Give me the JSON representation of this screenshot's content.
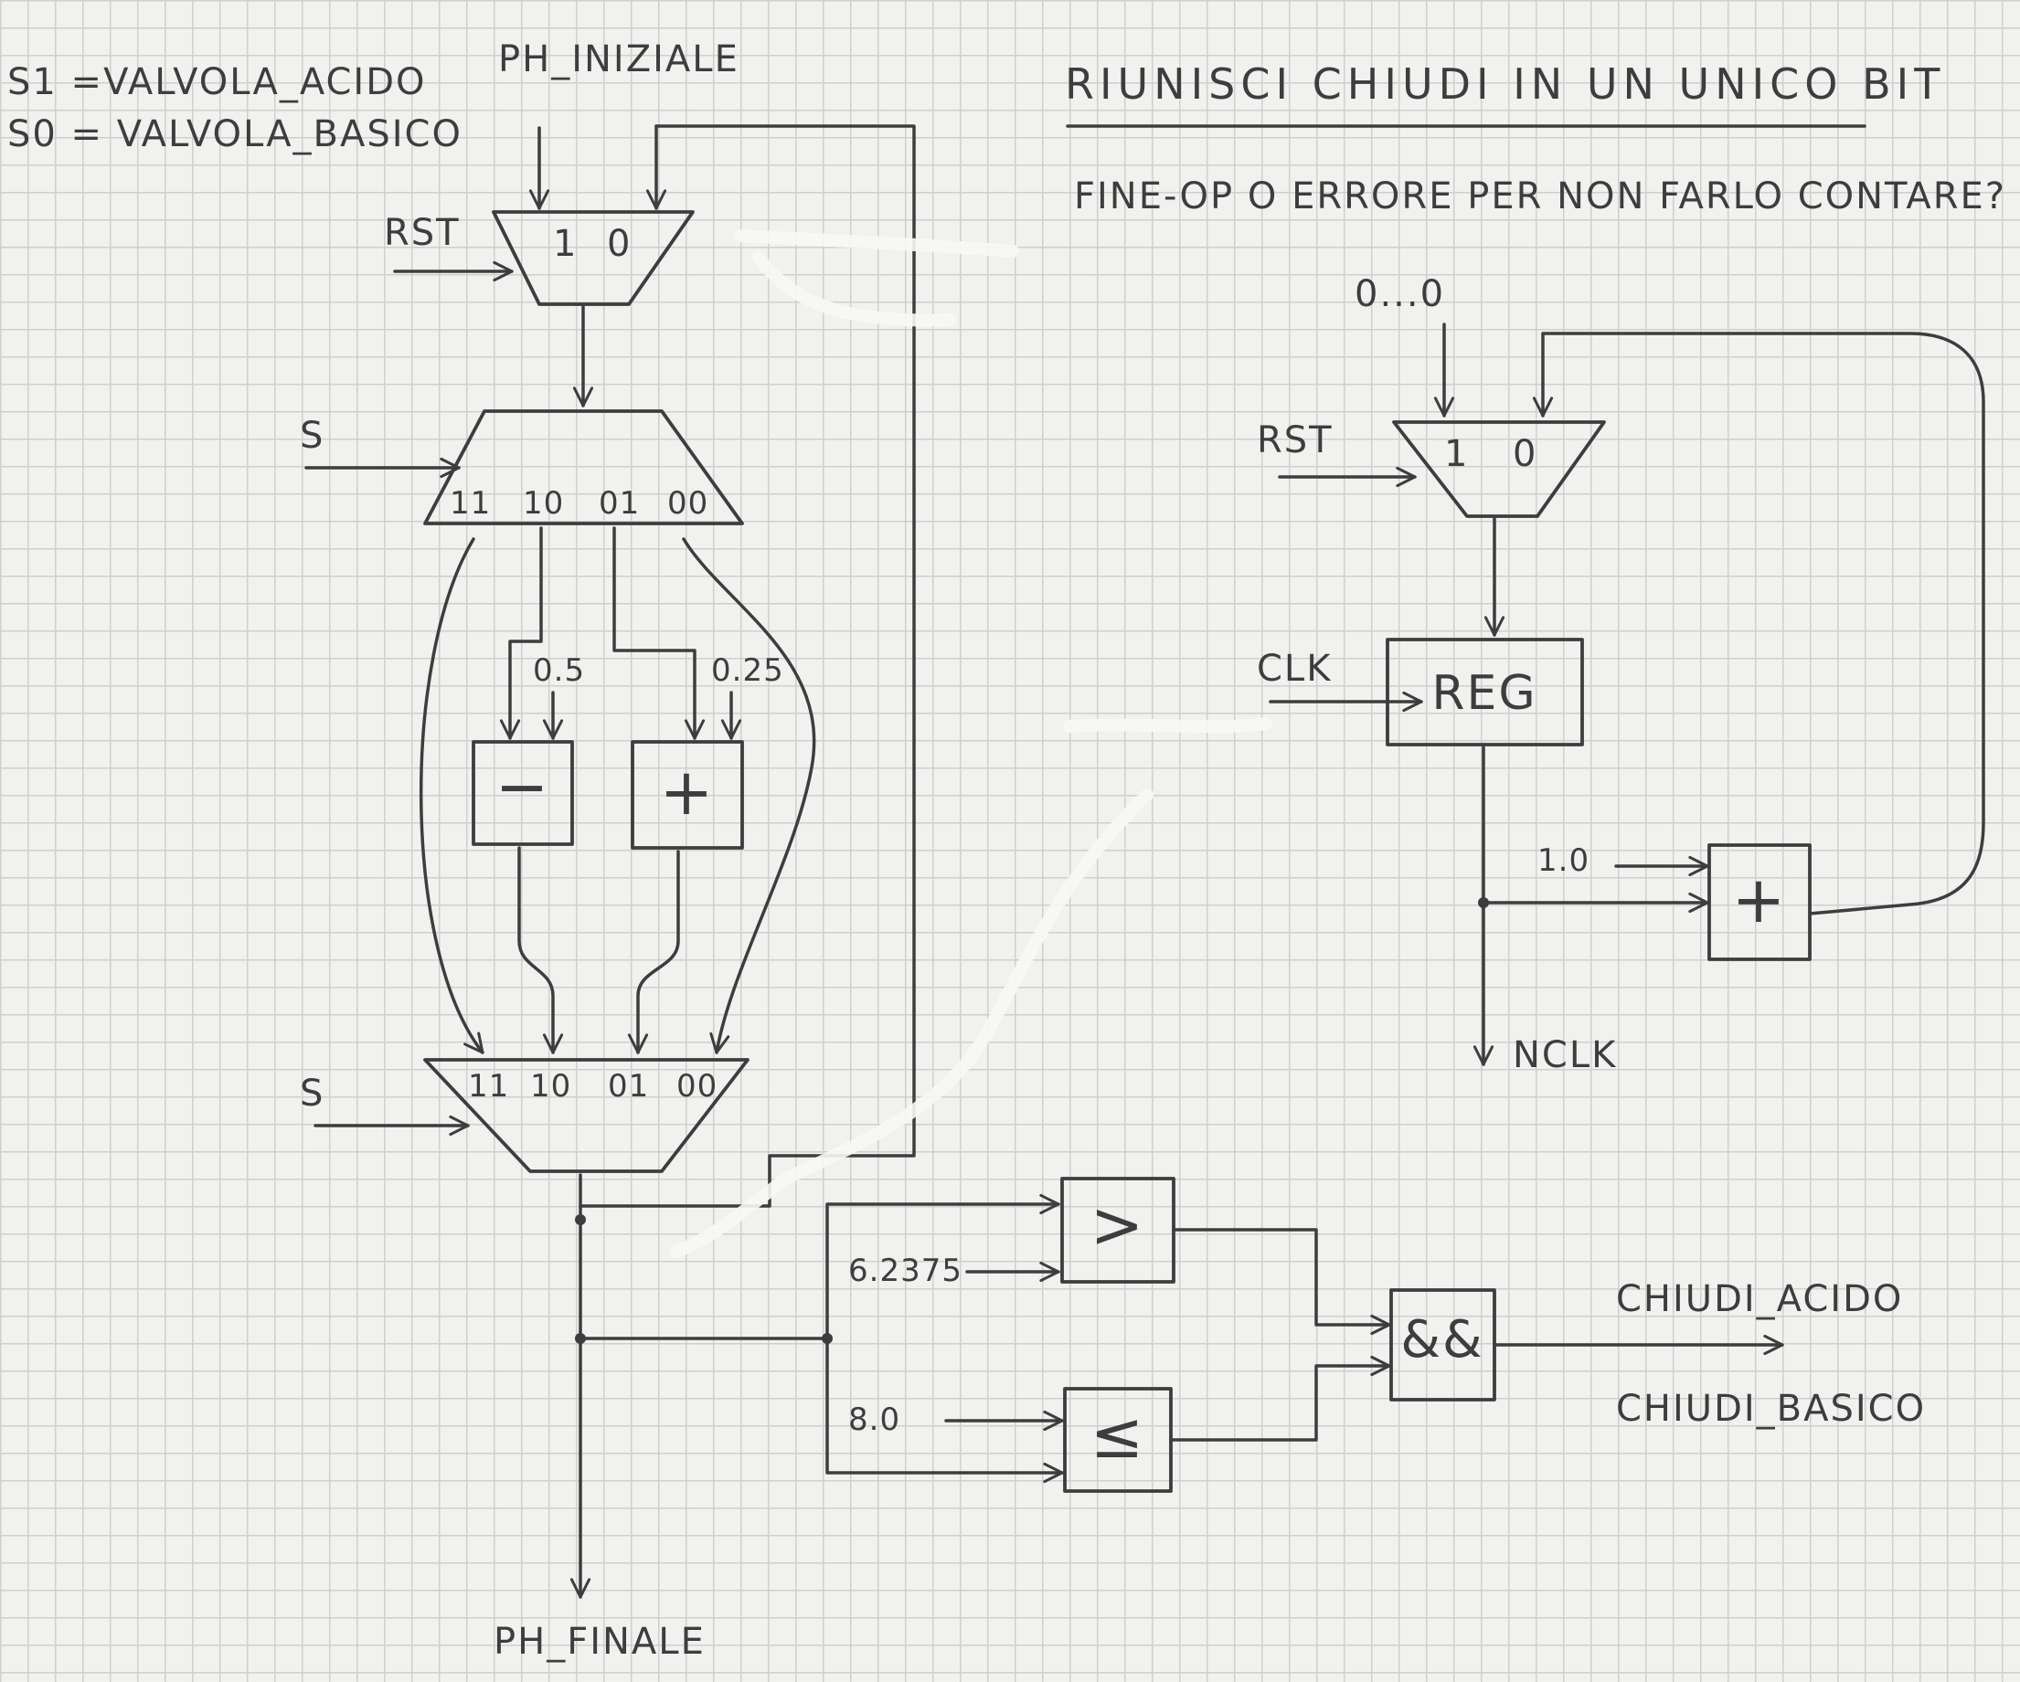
{
  "legend": {
    "line1": "S1 =VALVOLA_ACIDO",
    "line2": "S0 = VALVOLA_BASICO"
  },
  "header": {
    "title": "RIUNISCI CHIUDI IN UN UNICO BIT",
    "note": "FINE-OP O ERRORE PER NON FARLO CONTARE?"
  },
  "left": {
    "input_label": "PH_INIZIALE",
    "rst_label": "RST",
    "mux_in_1": "1",
    "mux_in_0": "0",
    "sel_label_top": "S",
    "sel_label_bottom": "S",
    "dmux_outputs": [
      "11",
      "10",
      "01",
      "00"
    ],
    "mux_inputs": [
      "11",
      "10",
      "01",
      "00"
    ],
    "sub_const": "0.5",
    "add_const": "0.25",
    "sub_symbol": "−",
    "add_symbol": "+",
    "output_label": "PH_FINALE"
  },
  "compare": {
    "const_gt": "6.2375",
    "const_le": "8.0",
    "gt_symbol": ">",
    "le_symbol": "≤",
    "and_symbol": "&&",
    "out_label1": "CHIUDI_ACIDO",
    "out_label2": "CHIUDI_BASICO"
  },
  "counter": {
    "init_label": "0...0",
    "rst_label": "RST",
    "mux_in_1": "1",
    "mux_in_0": "0",
    "clk_label": "CLK",
    "reg_label": "REG",
    "inc_const": "1.0",
    "add_symbol": "+",
    "out_label": "NCLK"
  }
}
